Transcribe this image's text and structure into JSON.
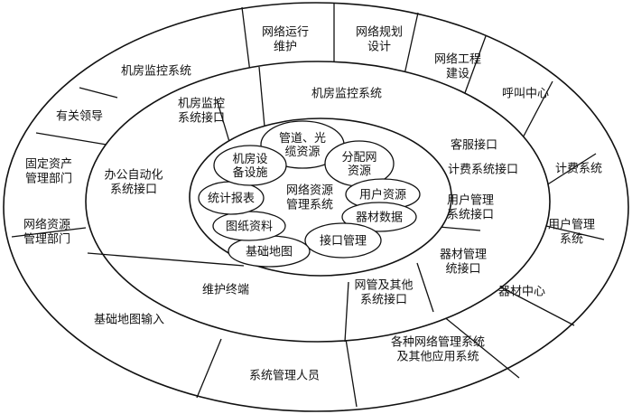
{
  "outer_ring": [
    "网络运行|维护",
    "网络规划|设计",
    "网络工程|建设",
    "呼叫中心",
    "计费系统",
    "用户管理|系统",
    "器材中心",
    "各种网络管理系统|及其他应用系统",
    "系统管理人员",
    "基础地图输入",
    "网络资源|管理部门",
    "固定资产|管理部门",
    "有关领导",
    "机房监控系统"
  ],
  "middle_ring": [
    "机房监控系统",
    "客服接口",
    "计费系统接口",
    "用户管理|系统接口",
    "器材管理|统接口",
    "网管及其他|系统接口",
    "维护终端",
    "办公自动化|系统接口",
    "机房监控|系统接口"
  ],
  "core": {
    "center_label": "网络资源|管理系统",
    "modules": [
      "管道、光|缆资源",
      "分配网|资源",
      "用户资源",
      "器材数据",
      "接口管理",
      "基础地图",
      "图纸资料",
      "统计报表",
      "机房设|备设施"
    ]
  }
}
